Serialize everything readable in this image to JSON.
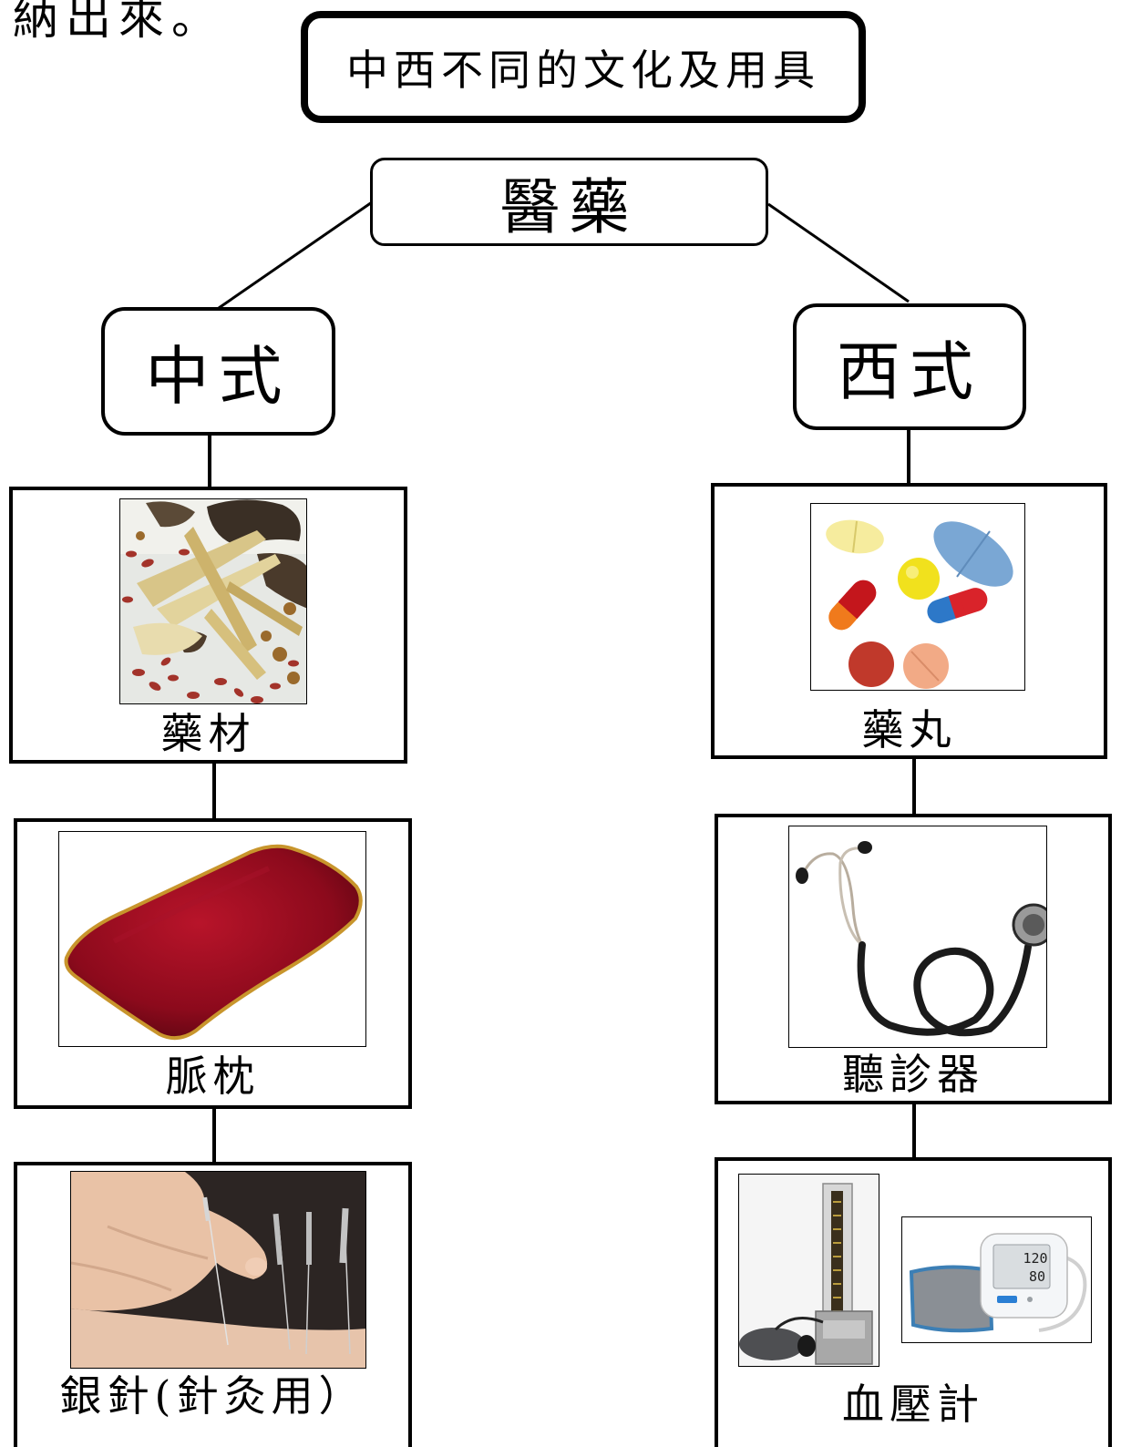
{
  "intro_fragment": "納出來。",
  "title": "中西不同的文化及用具",
  "root": "醫藥",
  "chinese": {
    "heading": "中式",
    "items": [
      "藥材",
      "脈枕",
      "銀針(針灸用）"
    ]
  },
  "western": {
    "heading": "西式",
    "items": [
      "藥丸",
      "聽診器",
      "血壓計"
    ],
    "bp_monitor_display": {
      "systolic": "120",
      "diastolic": "80"
    }
  },
  "colors": {
    "line": "#000000",
    "pillow_red": "#8c0a1c",
    "pillow_trim": "#c8952c"
  }
}
